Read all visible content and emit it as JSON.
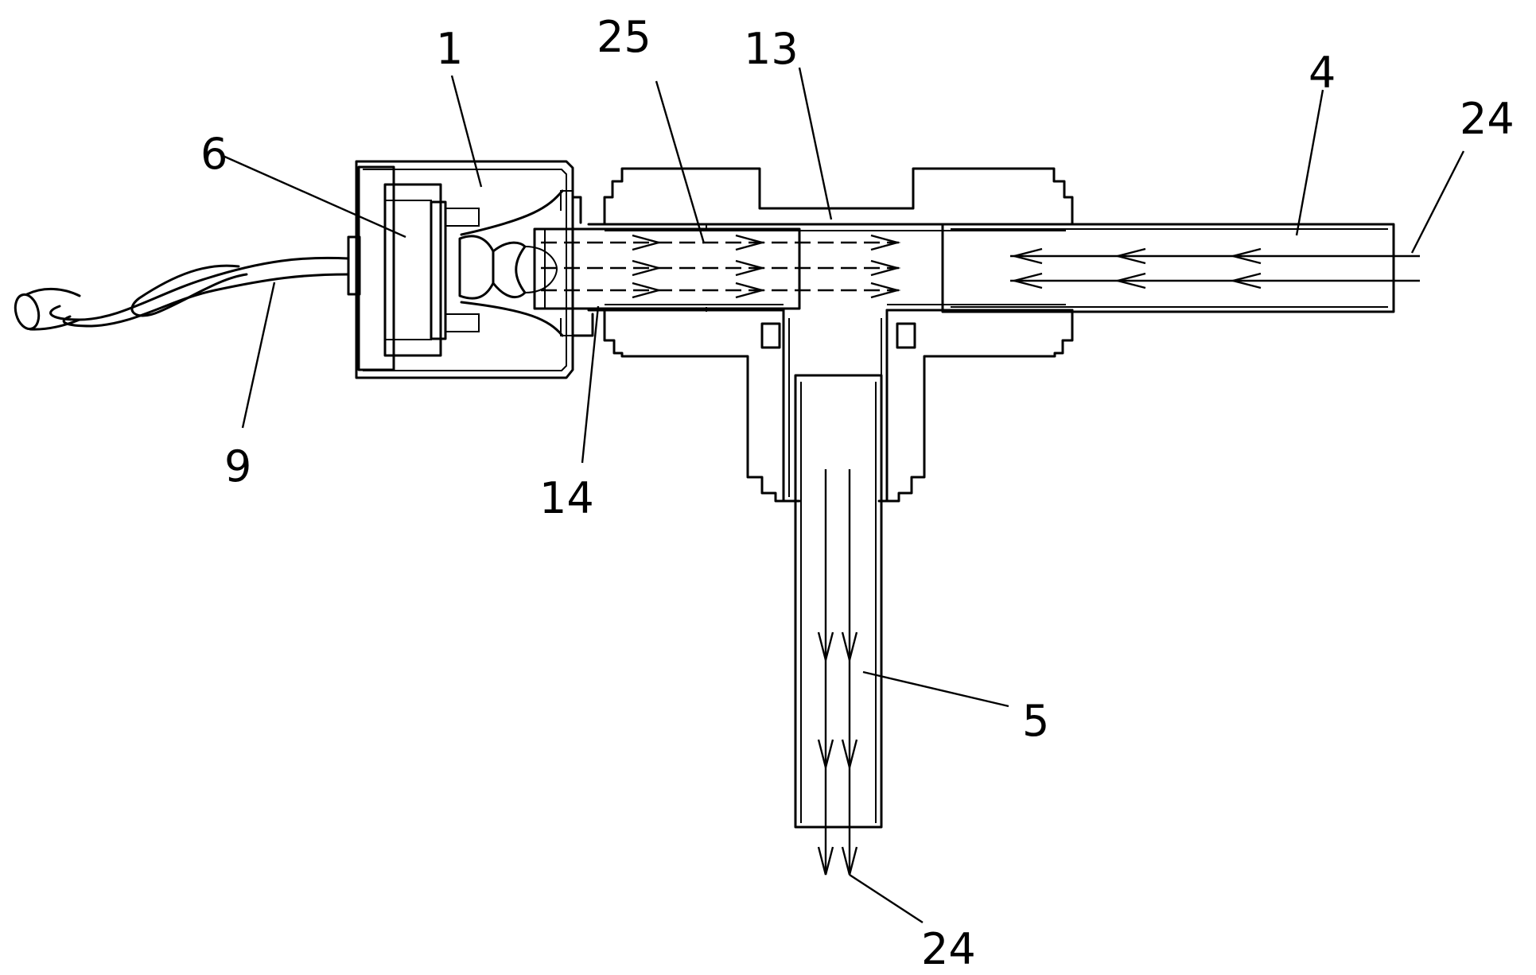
{
  "labels": {
    "l1": "1",
    "l4": "4",
    "l5": "5",
    "l6": "6",
    "l9": "9",
    "l13": "13",
    "l14": "14",
    "l24_top": "24",
    "l24_bottom": "24",
    "l25": "25"
  },
  "colors": {
    "line": "#000000",
    "background": "#ffffff"
  }
}
